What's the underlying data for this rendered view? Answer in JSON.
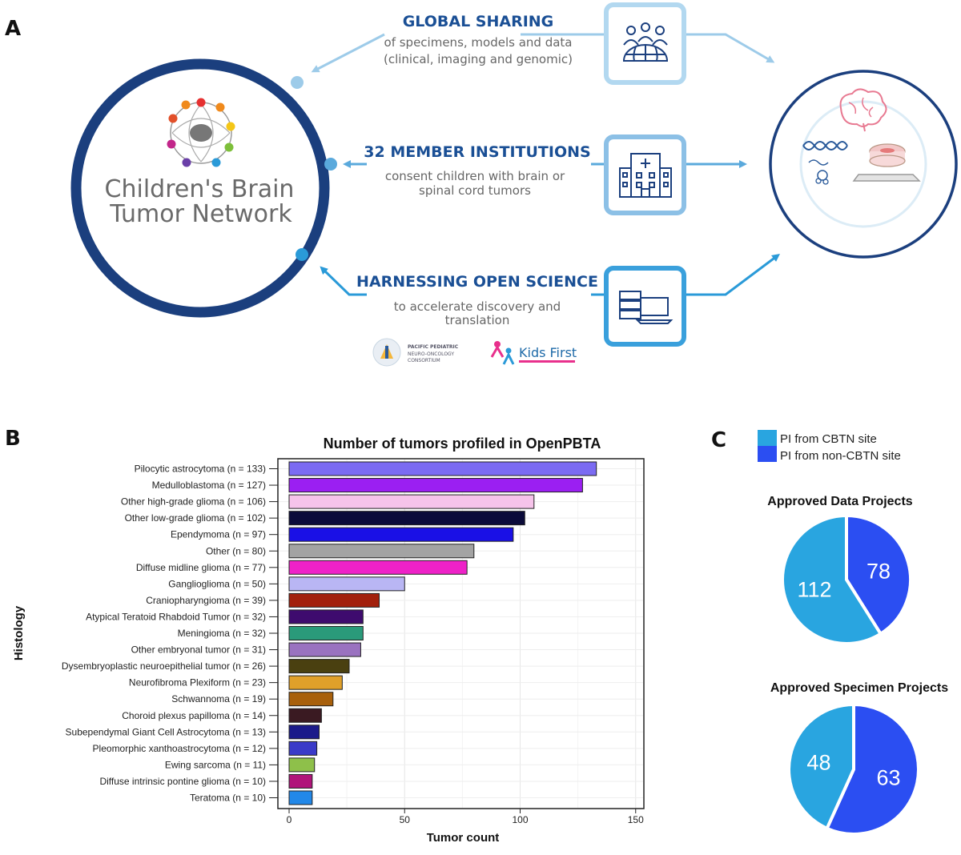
{
  "panel_labels": {
    "a": "A",
    "b": "B",
    "c": "C"
  },
  "panel_a": {
    "network_name_line1": "Children's Brain",
    "network_name_line2": "Tumor Network",
    "global_sharing": {
      "heading": "GLOBAL SHARING",
      "line1": "of specimens, models and data",
      "line2": "(clinical, imaging and genomic)",
      "icon": "people-globe-icon"
    },
    "member_institutions": {
      "heading": "32 MEMBER INSTITUTIONS",
      "line1": "consent children with brain or",
      "line2": "spinal cord tumors",
      "icon": "hospital-icon"
    },
    "open_science": {
      "heading": "HARNESSING OPEN SCIENCE",
      "line1": "to accelerate discovery and",
      "line2": "translation",
      "icon": "computer-server-icon"
    },
    "pnoc_logo": {
      "line1": "PACIFIC PEDIATRIC",
      "line2": "NEURO-ONCOLOGY",
      "line3": "CONSORTIUM"
    },
    "kids_first_logo": {
      "name": "Kids First"
    },
    "colors": {
      "navy": "#1b3f7e",
      "light_blue": "#9dcbe9",
      "mid_blue": "#5aa9dc",
      "bright_blue": "#2a9ad8"
    }
  },
  "chart_data": [
    {
      "type": "bar",
      "orientation": "horizontal",
      "title": "Number of tumors profiled in OpenPBTA",
      "xlabel": "Tumor count",
      "ylabel": "Histology",
      "xlim": [
        0,
        155
      ],
      "xticks": [
        0,
        50,
        100,
        150
      ],
      "grid": true,
      "categories": [
        "Pilocytic astrocytoma (n = 133)",
        "Medulloblastoma (n = 127)",
        "Other high-grade glioma (n = 106)",
        "Other low-grade glioma (n = 102)",
        "Ependymoma (n = 97)",
        "Other (n = 80)",
        "Diffuse midline glioma (n = 77)",
        "Ganglioglioma (n = 50)",
        "Craniopharyngioma (n = 39)",
        "Atypical Teratoid Rhabdoid Tumor (n = 32)",
        "Meningioma (n = 32)",
        "Other embryonal tumor (n = 31)",
        "Dysembryoplastic neuroepithelial tumor (n = 26)",
        "Neurofibroma Plexiform (n = 23)",
        "Schwannoma (n = 19)",
        "Choroid plexus papilloma (n = 14)",
        "Subependymal Giant Cell Astrocytoma (n = 13)",
        "Pleomorphic xanthoastrocytoma (n = 12)",
        "Ewing sarcoma (n = 11)",
        "Diffuse intrinsic pontine glioma (n = 10)",
        "Teratoma (n = 10)"
      ],
      "values": [
        133,
        127,
        106,
        102,
        97,
        80,
        77,
        50,
        39,
        32,
        32,
        31,
        26,
        23,
        19,
        14,
        13,
        12,
        11,
        10,
        10
      ],
      "colors": [
        "#7b6bf2",
        "#9b1ff2",
        "#f6c3ea",
        "#0b0b3a",
        "#1a10e6",
        "#a3a3a3",
        "#ee22c8",
        "#b9b6f4",
        "#a2200c",
        "#3e0b6e",
        "#2a9a7a",
        "#9a72c0",
        "#4a4010",
        "#e0a02a",
        "#a8600c",
        "#3a1a22",
        "#1b1a8a",
        "#3a3ac8",
        "#8ec04a",
        "#b0147a",
        "#2288e8"
      ]
    },
    {
      "type": "pie",
      "title": "Approved Data Projects",
      "labels": [
        "PI from CBTN site",
        "PI from non-CBTN site"
      ],
      "values": [
        112,
        78
      ],
      "colors": [
        "#29a5e0",
        "#2b4ef2"
      ]
    },
    {
      "type": "pie",
      "title": "Approved Specimen Projects",
      "labels": [
        "PI from CBTN site",
        "PI from non-CBTN site"
      ],
      "values": [
        48,
        63
      ],
      "colors": [
        "#29a5e0",
        "#2b4ef2"
      ]
    }
  ],
  "legend": {
    "items": [
      {
        "label": "PI from CBTN site",
        "color": "#29a5e0"
      },
      {
        "label": "PI from non-CBTN site",
        "color": "#2b4ef2"
      }
    ]
  }
}
